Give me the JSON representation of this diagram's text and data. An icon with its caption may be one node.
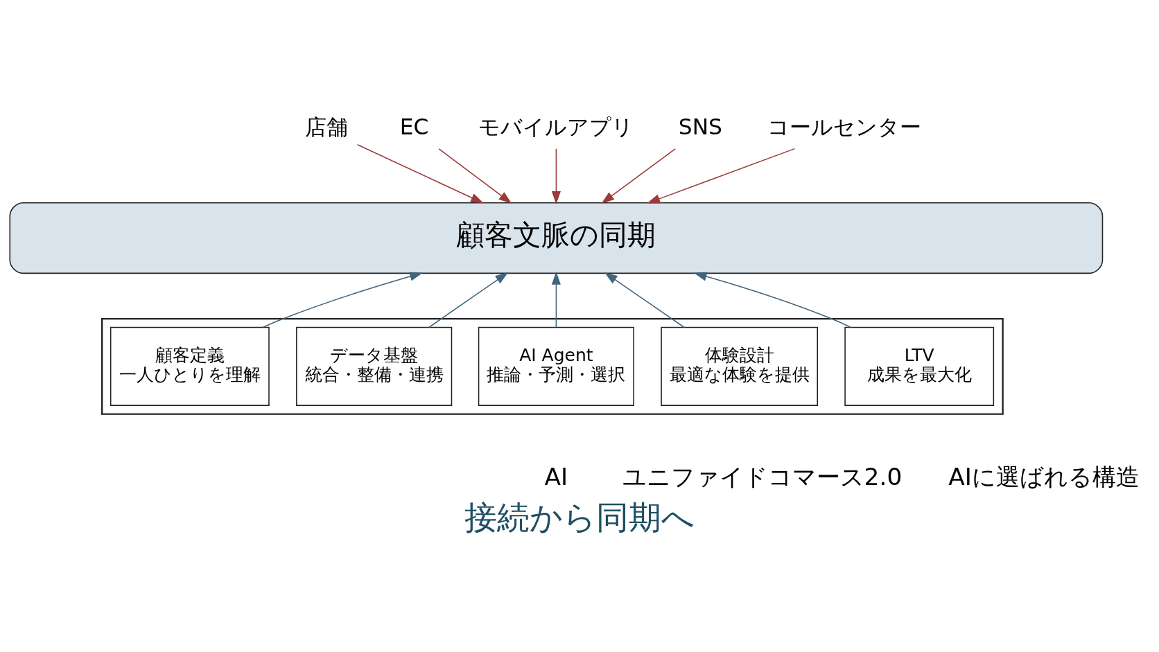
{
  "diagram": {
    "title": "接続から同期へ",
    "nodes": [
      {
        "text": [
          "店舗"
        ]
      },
      {
        "text": [
          "EC"
        ]
      },
      {
        "text": [
          "モバイルアプリ"
        ]
      },
      {
        "text": [
          "SNS"
        ]
      },
      {
        "text": [
          "コールセンター"
        ]
      },
      {
        "text": [
          "顧客文脈の同期"
        ]
      },
      {
        "text": [],
        "shape": "box"
      },
      {
        "text": [
          "顧客定義",
          "一人ひとりを理解"
        ],
        "in": 6
      },
      {
        "text": [
          "データ基盤",
          "統合・整備・連携"
        ],
        "in": 6
      },
      {
        "text": [
          "AI Agent",
          "推論・予測・選択"
        ],
        "in": 6
      },
      {
        "text": [
          "体験設計",
          "最適な体験を提供"
        ],
        "in": 6
      },
      {
        "text": [
          "LTV",
          "成果を最大化"
        ],
        "in": 6
      }
    ],
    "edges": [
      {
        "from": 0,
        "to": 5,
        "arrow": "to",
        "color": "#9b3a3a"
      },
      {
        "from": 1,
        "to": 5,
        "arrow": "to",
        "color": "#9b3a3a"
      },
      {
        "from": 2,
        "to": 5,
        "arrow": "to",
        "color": "#9b3a3a"
      },
      {
        "from": 3,
        "to": 5,
        "arrow": "to",
        "color": "#9b3a3a"
      },
      {
        "from": 4,
        "to": 5,
        "arrow": "to",
        "color": "#9b3a3a"
      },
      {
        "from": 7,
        "to": 5,
        "arrow": "to",
        "color": "#41657c"
      },
      {
        "from": 8,
        "to": 5,
        "arrow": "to",
        "color": "#41657c"
      },
      {
        "from": 9,
        "to": 5,
        "arrow": "to",
        "color": "#41657c"
      },
      {
        "from": 10,
        "to": 5,
        "arrow": "to",
        "color": "#41657c"
      },
      {
        "from": 11,
        "to": 5,
        "arrow": "to",
        "color": "#41657c"
      }
    ],
    "labels": [
      "AI",
      "ユニファイドコマース2.0",
      "AIに選ばれる構造"
    ]
  }
}
